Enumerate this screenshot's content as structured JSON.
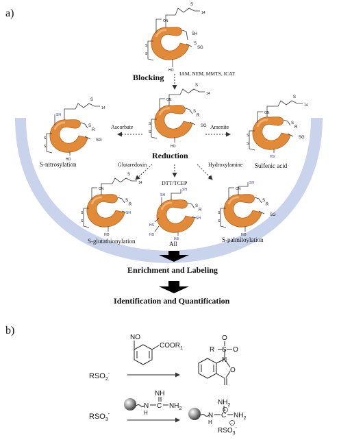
{
  "panel_a": {
    "label": "a)",
    "steps": {
      "blocking": "Blocking",
      "blocking_reagents": "IAM, NEM, MMTS, ICAT",
      "reduction": "Reduction",
      "enrichment": "Enrichment and Labeling",
      "identification": "Identification and Quantification"
    },
    "reagents": {
      "ascorbate": "Ascorbate",
      "arsenite": "Arsenite",
      "glutaredoxin": "Glutaredoxin",
      "hydroxylamine": "Hydroxylamine",
      "dtt": "DTT/TCEP"
    },
    "modifications": {
      "nitrosylation": "S-nitrosylation",
      "sulfenic": "Sulfenic acid",
      "glutathionylation": "S-glutathionylation",
      "all": "All",
      "palmitoylation": "S-palmitoylation"
    },
    "atoms": {
      "ON": "ON",
      "SH": "SH",
      "SG": "SG",
      "HO": "HO",
      "S": "S",
      "R": "R",
      "HS": "HS",
      "sub14": "14"
    }
  },
  "panel_b": {
    "label": "b)",
    "reaction1": {
      "reactant": "RSO",
      "reactant_sub": "2",
      "reactant_sup": "-",
      "reagent_no": "NO",
      "reagent_ester": "COOR",
      "reagent_ester_sub": "1",
      "product_r": "R",
      "product_s": "S",
      "product_o": "O",
      "product_n": "N",
      "product_o2": "O",
      "product_o3": "O"
    },
    "reaction2": {
      "reactant": "RSO",
      "reactant_sub": "3",
      "reactant_sup": "-",
      "reagent_nh": "NH",
      "reagent_n": "N",
      "reagent_h": "H",
      "reagent_c": "C",
      "reagent_nh2": "NH",
      "reagent_nh2_sub": "2",
      "product_nh2_top": "NH",
      "product_nh2_top_sub": "2",
      "product_nh2_right": "NH",
      "product_nh2_right_sub": "2",
      "product_n": "N",
      "product_h": "H",
      "product_c": "C",
      "product_plus": "+",
      "product_minus": "−",
      "product_counterion": "RSO",
      "product_counterion_sub": "3",
      "product_counterion_sup": "-"
    }
  }
}
